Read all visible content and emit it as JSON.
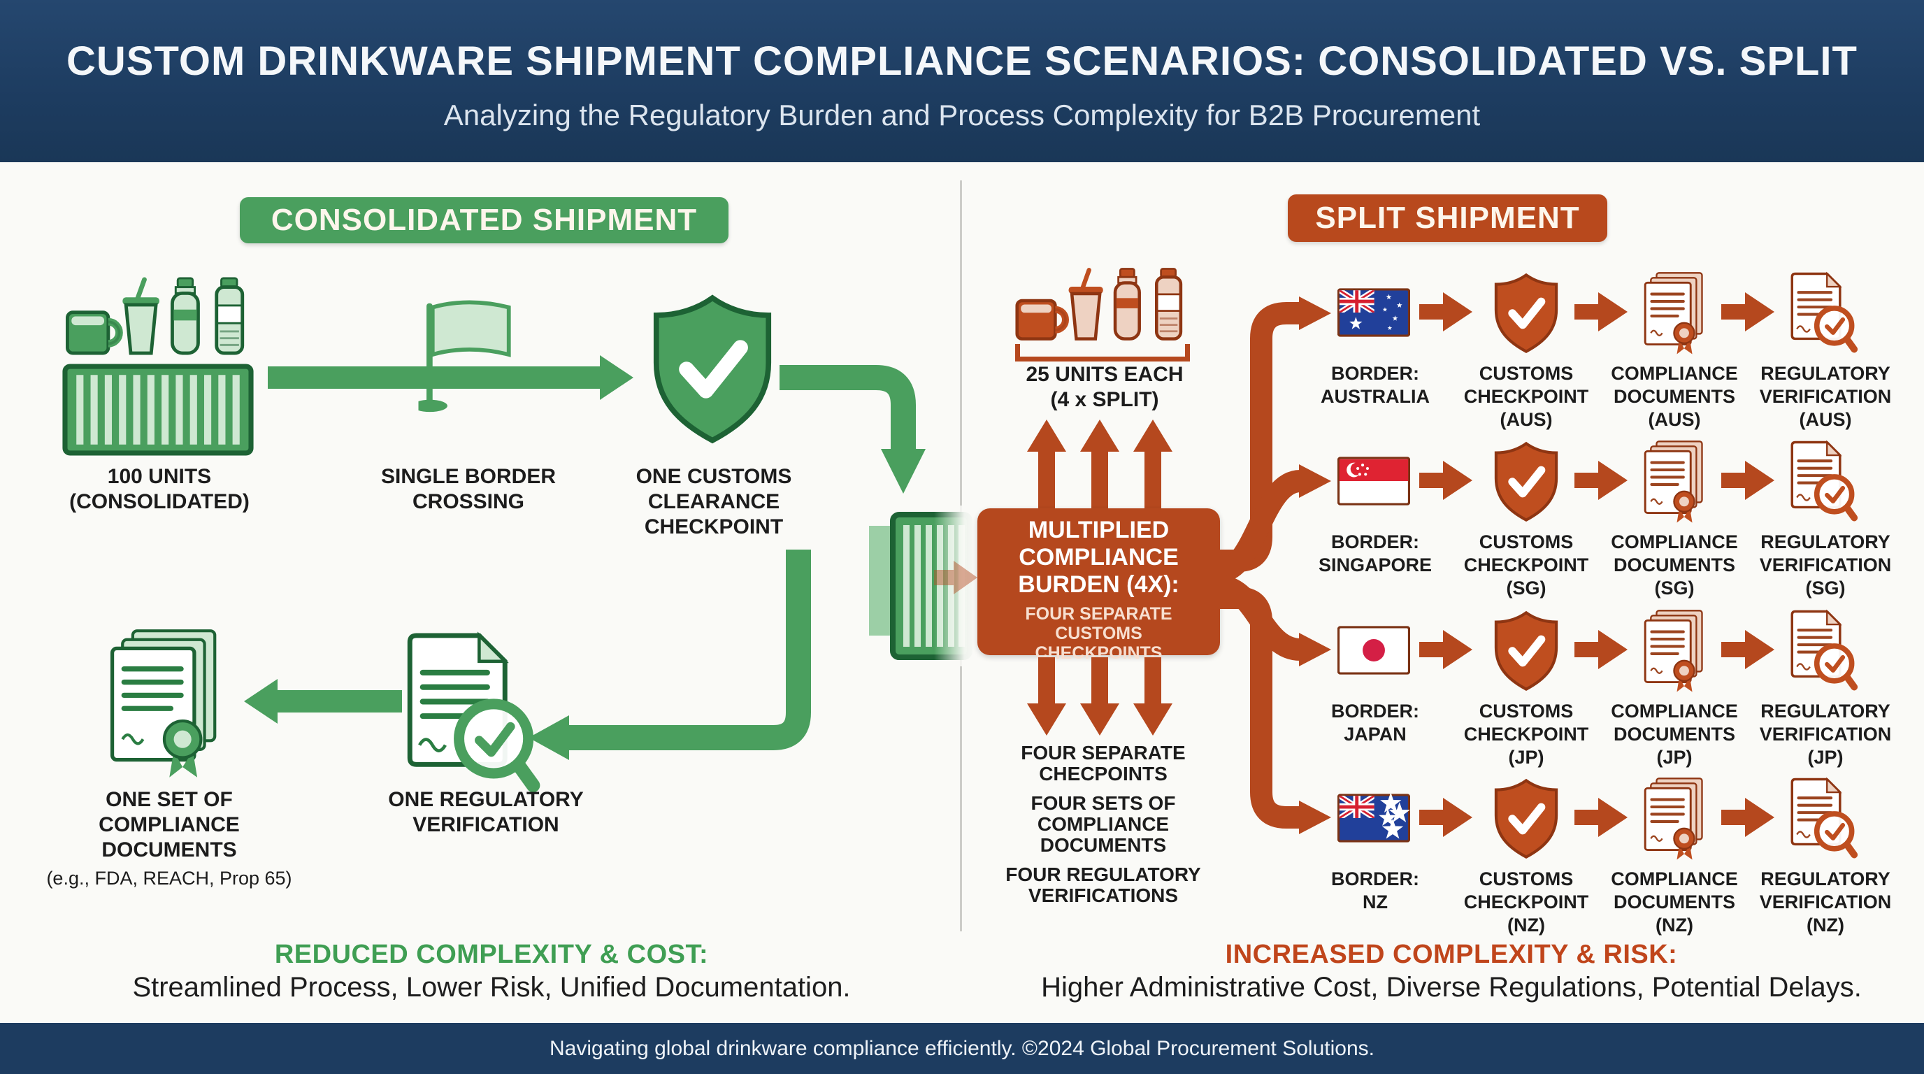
{
  "header": {
    "title": "CUSTOM DRINKWARE SHIPMENT COMPLIANCE SCENARIOS: CONSOLIDATED VS. SPLIT",
    "subtitle": "Analyzing the Regulatory Burden and Process Complexity for B2B Procurement"
  },
  "consolidated": {
    "badge": "CONSOLIDATED SHIPMENT",
    "units": "100 UNITS\n(CONSOLIDATED)",
    "border": "SINGLE BORDER\nCROSSING",
    "checkpoint": "ONE CUSTOMS\nCLEARANCE\nCHECKPOINT",
    "verification": "ONE REGULATORY\nVERIFICATION",
    "documents": "ONE SET OF\nCOMPLIANCE\nDOCUMENTS",
    "documents_note": "(e.g., FDA, REACH, Prop 65)",
    "summary_title": "REDUCED COMPLEXITY & COST:",
    "summary_text": "Streamlined Process, Lower Risk, Unified Documentation."
  },
  "split": {
    "badge": "SPLIT SHIPMENT",
    "units": "25 UNITS EACH\n(4 x SPLIT)",
    "burden_title": "MULTIPLIED\nCOMPLIANCE\nBURDEN (4X):",
    "burden_subtitle": "FOUR SEPARATE\nCUSTOMS\nCHECKPOINTS",
    "totals": {
      "checkpoints": "FOUR SEPARATE\nCHECPOINTS",
      "documents": "FOUR SETS OF\nCOMPLIANCE\nDOCUMENTS",
      "verifications": "FOUR REGULATORY\nVERIFICATIONS"
    },
    "rows": [
      {
        "country": "Australia",
        "border": "BORDER:\nAUSTRALIA",
        "checkpoint": "CUSTOMS\nCHECKPOINT\n(AUS)",
        "documents": "COMPLIANCE\nDOCUMENTS\n(AUS)",
        "verification": "REGULATORY\nVERIFICATION\n(AUS)"
      },
      {
        "country": "Singapore",
        "border": "BORDER:\nSINGAPORE",
        "checkpoint": "CUSTOMS\nCHECKPOINT\n(SG)",
        "documents": "COMPLIANCE\nDOCUMENTS\n(SG)",
        "verification": "REGULATORY\nVERIFICATION\n(SG)"
      },
      {
        "country": "Japan",
        "border": "BORDER:\nJAPAN",
        "checkpoint": "CUSTOMS\nCHECKPOINT\n(JP)",
        "documents": "COMPLIANCE\nDOCUMENTS\n(JP)",
        "verification": "REGULATORY\nVERIFICATION\n(JP)"
      },
      {
        "country": "New Zealand",
        "border": "BORDER:\nNZ",
        "checkpoint": "CUSTOMS\nCHECKPOINT\n(NZ)",
        "documents": "COMPLIANCE\nDOCUMENTS\n(NZ)",
        "verification": "REGULATORY\nVERIFICATION\n(NZ)"
      }
    ],
    "summary_title": "INCREASED COMPLEXITY & RISK:",
    "summary_text": "Higher Administrative Cost, Diverse Regulations, Potential Delays."
  },
  "footer": {
    "text": "Navigating global drinkware compliance efficiently. ©2024 Global Procurement Solutions."
  },
  "colors": {
    "navy": "#1d3c60",
    "green": "#4a9f5e",
    "green_dark": "#1d6234",
    "orange": "#b5481e",
    "orange_dark": "#8e3512",
    "text": "#1c1c1c"
  }
}
